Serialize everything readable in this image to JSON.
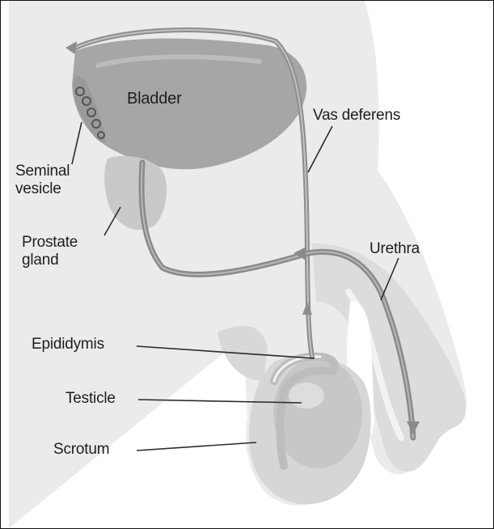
{
  "labels": {
    "bladder": "Bladder",
    "vas_deferens": "Vas deferens",
    "seminal_vesicle": [
      "Seminal",
      "vesicle"
    ],
    "prostate_gland": [
      "Prostate",
      "gland"
    ],
    "urethra": "Urethra",
    "epididymis": "Epididymis",
    "testicle": "Testicle",
    "scrotum": "Scrotum"
  },
  "colors": {
    "body": "#e9e9e9",
    "bladder": "#a3a3a3",
    "duct": "#8a8a8a",
    "text": "#1e1e1e"
  }
}
